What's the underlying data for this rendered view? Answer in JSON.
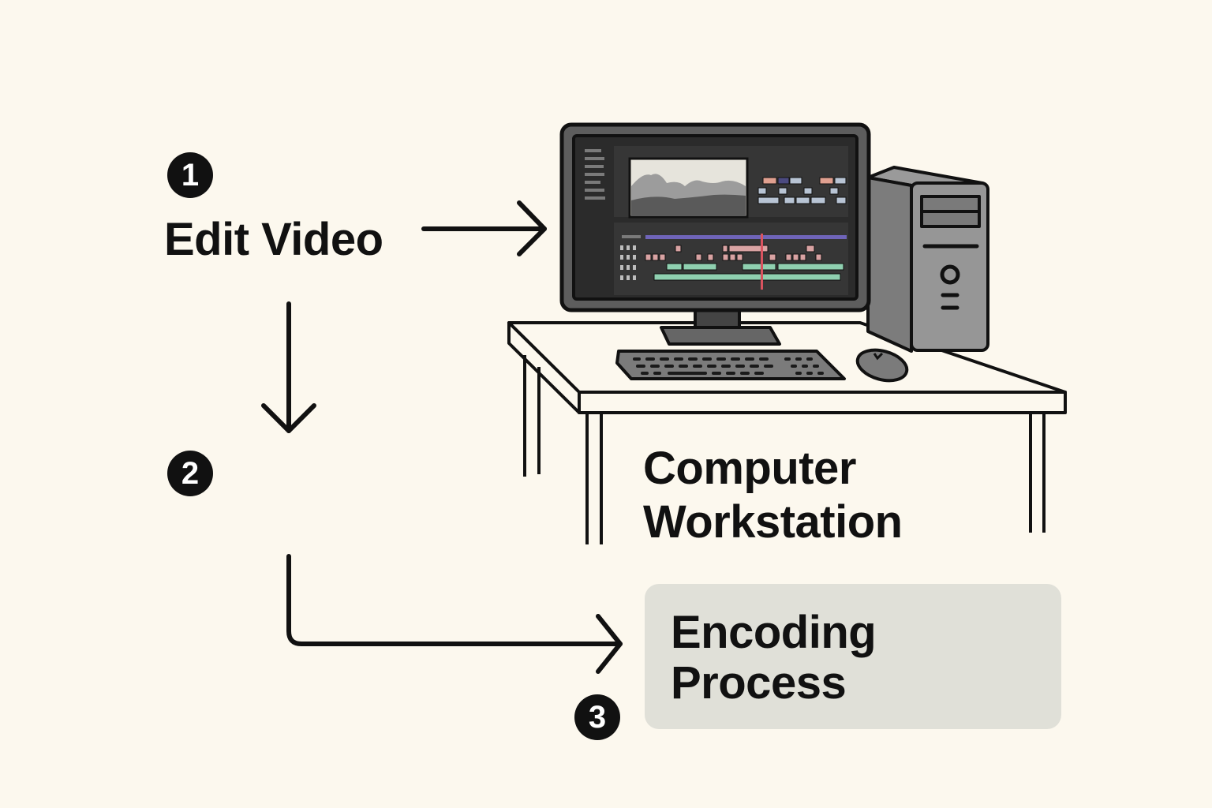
{
  "diagram": {
    "steps": [
      {
        "number": "1",
        "label": "Edit Video"
      },
      {
        "number": "2",
        "label": ""
      },
      {
        "number": "3",
        "label": "Encoding Process"
      }
    ],
    "workstation_label": [
      "Computer",
      "Workstation"
    ],
    "encoding_label": [
      "Encoding",
      "Process"
    ]
  },
  "colors": {
    "background": "#fcf8ee",
    "ink": "#111111",
    "encoding_box": "#e0e0d8",
    "monitor_bezel": "#5a5a5a",
    "screen": "#2e2e2e",
    "tower": "#8e8e8e",
    "timeline_purple": "#6f64b8",
    "timeline_red": "#d9535f",
    "clip_pink": "#d9a3a3",
    "clip_green": "#8fd0b0",
    "clip_blue": "#b8c4d4"
  }
}
